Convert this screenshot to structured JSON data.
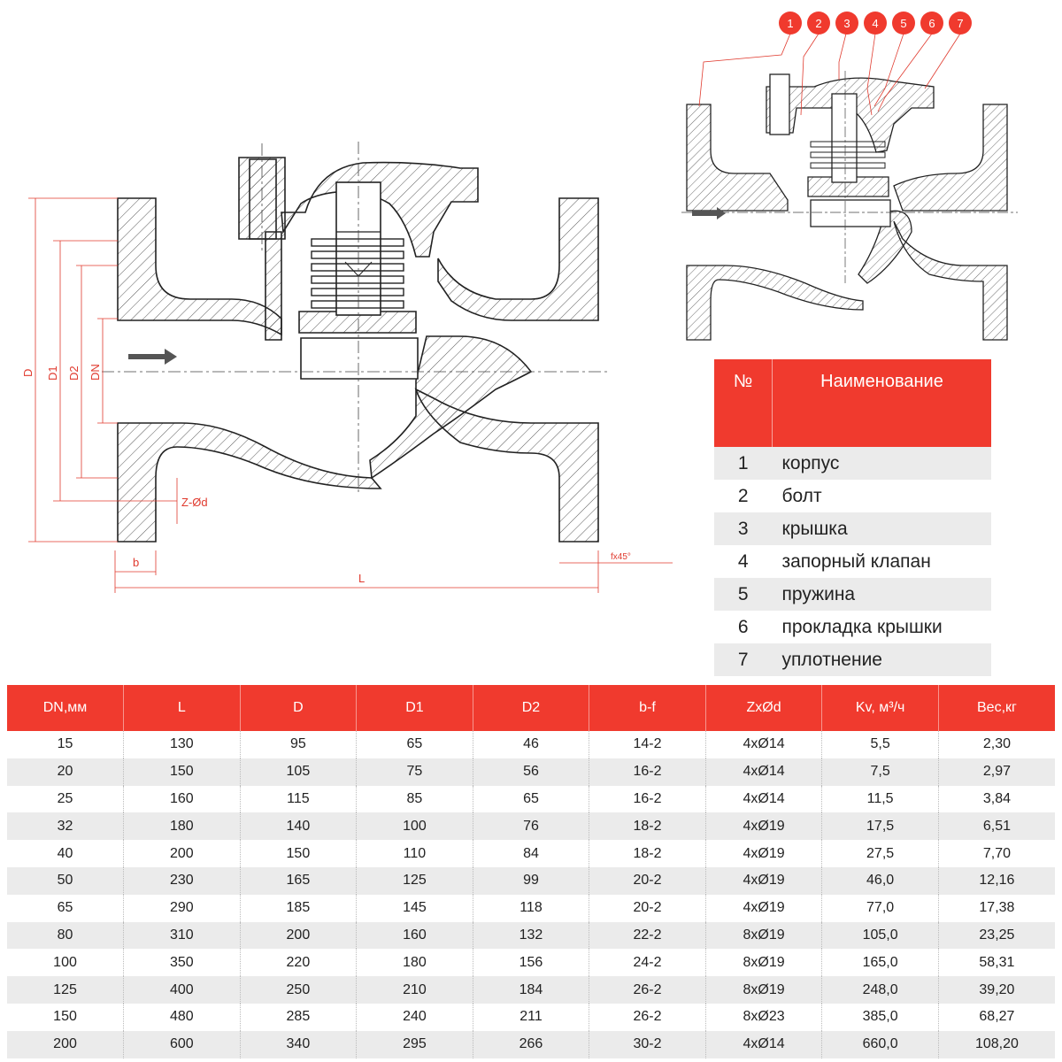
{
  "callouts": [
    "1",
    "2",
    "3",
    "4",
    "5",
    "6",
    "7"
  ],
  "dimensions": {
    "d": "D",
    "d1": "D1",
    "d2": "D2",
    "dn": "DN",
    "zod": "Z-Ød",
    "b": "b",
    "l": "L",
    "fx": "fx45°"
  },
  "parts_table": {
    "header_num": "№",
    "header_name": "Наименование",
    "rows": [
      {
        "n": "1",
        "name": "корпус"
      },
      {
        "n": "2",
        "name": "болт"
      },
      {
        "n": "3",
        "name": "крышка"
      },
      {
        "n": "4",
        "name": "запорный клапан"
      },
      {
        "n": "5",
        "name": "пружина"
      },
      {
        "n": "6",
        "name": "прокладка крышки"
      },
      {
        "n": "7",
        "name": "уплотнение"
      }
    ]
  },
  "specs_table": {
    "headers": [
      "DN,мм",
      "L",
      "D",
      "D1",
      "D2",
      "b-f",
      "ZxØd",
      "Kv, м³/ч",
      "Вес,кг"
    ],
    "rows": [
      [
        "15",
        "130",
        "95",
        "65",
        "46",
        "14-2",
        "4хØ14",
        "5,5",
        "2,30"
      ],
      [
        "20",
        "150",
        "105",
        "75",
        "56",
        "16-2",
        "4хØ14",
        "7,5",
        "2,97"
      ],
      [
        "25",
        "160",
        "115",
        "85",
        "65",
        "16-2",
        "4хØ14",
        "11,5",
        "3,84"
      ],
      [
        "32",
        "180",
        "140",
        "100",
        "76",
        "18-2",
        "4хØ19",
        "17,5",
        "6,51"
      ],
      [
        "40",
        "200",
        "150",
        "110",
        "84",
        "18-2",
        "4хØ19",
        "27,5",
        "7,70"
      ],
      [
        "50",
        "230",
        "165",
        "125",
        "99",
        "20-2",
        "4хØ19",
        "46,0",
        "12,16"
      ],
      [
        "65",
        "290",
        "185",
        "145",
        "118",
        "20-2",
        "4хØ19",
        "77,0",
        "17,38"
      ],
      [
        "80",
        "310",
        "200",
        "160",
        "132",
        "22-2",
        "8хØ19",
        "105,0",
        "23,25"
      ],
      [
        "100",
        "350",
        "220",
        "180",
        "156",
        "24-2",
        "8хØ19",
        "165,0",
        "58,31"
      ],
      [
        "125",
        "400",
        "250",
        "210",
        "184",
        "26-2",
        "8хØ19",
        "248,0",
        "39,20"
      ],
      [
        "150",
        "480",
        "285",
        "240",
        "211",
        "26-2",
        "8хØ23",
        "385,0",
        "68,27"
      ],
      [
        "200",
        "600",
        "340",
        "295",
        "266",
        "30-2",
        "4хØ14",
        "660,0",
        "108,20"
      ]
    ]
  },
  "colors": {
    "accent": "#f03a2e",
    "stripe": "#ebebeb",
    "line": "#333333"
  }
}
